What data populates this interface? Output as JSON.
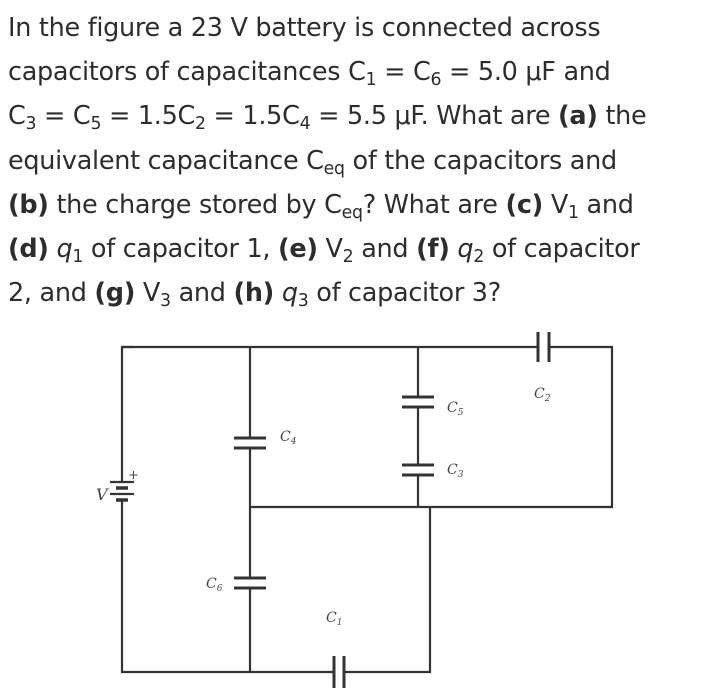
{
  "problem": {
    "l1": "In the figure a 23 V battery is connected across",
    "l2a": "capacitors of capacitances C",
    "l2b": "1",
    "l2c": " = C",
    "l2d": "6",
    "l2e": " = 5.0 μF and",
    "l3a": "C",
    "l3b": "3",
    "l3c": " = C",
    "l3d": "5",
    "l3e": " = 1.5C",
    "l3f": "2",
    "l3g": " = 1.5C",
    "l3h": "4",
    "l3i": " = 5.5 μF. What are ",
    "l3j": "(a)",
    "l3k": " the",
    "l4a": "equivalent capacitance C",
    "l4b": "eq",
    "l4c": " of the capacitors and",
    "l5a": "(b)",
    "l5b": " the charge stored by C",
    "l5c": "eq",
    "l5d": "? What are ",
    "l5e": "(c)",
    "l5f": " V",
    "l5g": "1",
    "l5h": " and",
    "l6a": "(d)",
    "l6b": "q",
    "l6c": "1",
    "l6d": " of capacitor 1, ",
    "l6e": "(e)",
    "l6f": " V",
    "l6g": "2",
    "l6h": " and ",
    "l6i": "(f)",
    "l6j": " q",
    "l6k": "2",
    "l6l": " of capacitor",
    "l7a": "2, and ",
    "l7b": "(g)",
    "l7c": " V",
    "l7d": "3",
    "l7e": " and ",
    "l7f": "(h)",
    "l7g": " q",
    "l7h": "3",
    "l7i": " of capacitor 3?"
  },
  "figure": {
    "battery_symbol": "V",
    "battery_plus": "+",
    "labels": [
      {
        "id": "c5",
        "main": "C",
        "sub": "5"
      },
      {
        "id": "c2",
        "main": "C",
        "sub": "2"
      },
      {
        "id": "c4",
        "main": "C",
        "sub": "4"
      },
      {
        "id": "c3",
        "main": "C",
        "sub": "3"
      },
      {
        "id": "c6",
        "main": "C",
        "sub": "6"
      },
      {
        "id": "c1",
        "main": "C",
        "sub": "1"
      }
    ],
    "wire_color": "#333333"
  }
}
